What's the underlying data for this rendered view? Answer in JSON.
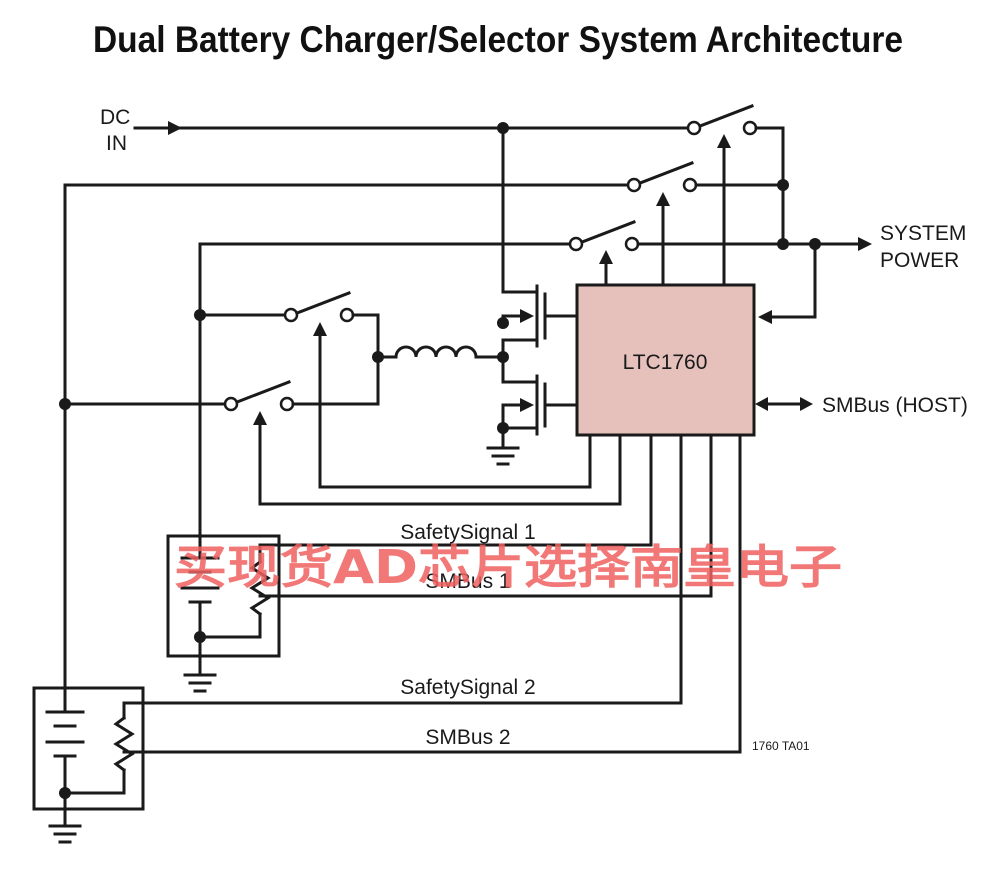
{
  "title": "Dual Battery Charger/Selector System Architecture",
  "labels": {
    "dc_in_line1": "DC",
    "dc_in_line2": "IN",
    "system_power_line1": "SYSTEM",
    "system_power_line2": "POWER",
    "chip": "LTC1760",
    "smbus_host": "SMBus (HOST)",
    "safety_signal_1": "SafetySignal 1",
    "smbus_1": "SMBus 1",
    "safety_signal_2": "SafetySignal 2",
    "smbus_2": "SMBus 2",
    "figure_code": "1760 TA01"
  },
  "watermark": "买现货AD芯片选择南皇电子",
  "colors": {
    "chip_fill": "#e6c1bc",
    "line": "#1a1a1a",
    "watermark": "#f06060"
  }
}
